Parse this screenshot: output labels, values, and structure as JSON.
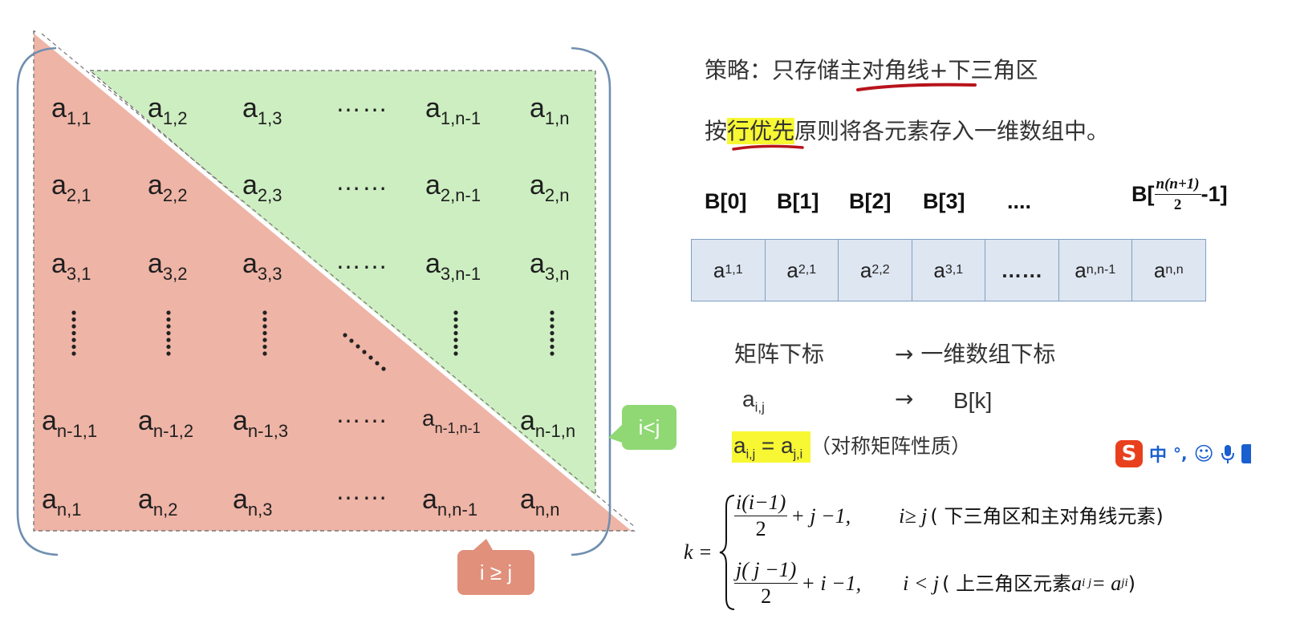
{
  "colors": {
    "upper_triangle": "#cdeec1",
    "lower_triangle": "#eeb4a6",
    "bracket": "#6f8fb0",
    "tag_upper": "#8fd873",
    "tag_lower": "#e0907b",
    "highlight": "#f7f733",
    "underline": "#b8141c",
    "array_cell": "#dee6f1",
    "array_border": "#7fa0c4"
  },
  "matrix": {
    "cells": [
      {
        "base": "a",
        "sub": "1,1"
      },
      {
        "base": "a",
        "sub": "1,2"
      },
      {
        "base": "a",
        "sub": "1,3"
      },
      {
        "base": "a",
        "sub": "1,n-1"
      },
      {
        "base": "a",
        "sub": "1,n"
      },
      {
        "base": "a",
        "sub": "2,1"
      },
      {
        "base": "a",
        "sub": "2,2"
      },
      {
        "base": "a",
        "sub": "2,3"
      },
      {
        "base": "a",
        "sub": "2,n-1"
      },
      {
        "base": "a",
        "sub": "2,n"
      },
      {
        "base": "a",
        "sub": "3,1"
      },
      {
        "base": "a",
        "sub": "3,2"
      },
      {
        "base": "a",
        "sub": "3,3"
      },
      {
        "base": "a",
        "sub": "3,n-1"
      },
      {
        "base": "a",
        "sub": "3,n"
      },
      {
        "base": "a",
        "sub": "n-1,1"
      },
      {
        "base": "a",
        "sub": "n-1,2"
      },
      {
        "base": "a",
        "sub": "n-1,3"
      },
      {
        "base": "a",
        "sub": "n-1,n-1"
      },
      {
        "base": "a",
        "sub": "n-1,n"
      },
      {
        "base": "a",
        "sub": "n,1"
      },
      {
        "base": "a",
        "sub": "n,2"
      },
      {
        "base": "a",
        "sub": "n,3"
      },
      {
        "base": "a",
        "sub": "n,n-1"
      },
      {
        "base": "a",
        "sub": "n,n"
      }
    ],
    "hdots": "……",
    "tag_upper": "i<j",
    "tag_lower": "i ≥ j"
  },
  "strategy": {
    "prefix": "策略：只存储",
    "underlined": "主对角线",
    "suffix": "+下三角区"
  },
  "rule": {
    "prefix": "按",
    "highlighted": "行优先",
    "suffix": "原则将各元素存入一维数组中。"
  },
  "array": {
    "indices": [
      "B[0]",
      "B[1]",
      "B[2]",
      "B[3]",
      "...."
    ],
    "last_index": {
      "prefix": "B[",
      "num": "n(n+1)",
      "den": "2",
      "suffix": "-1]"
    },
    "cells": [
      {
        "base": "a",
        "sub": "1,1"
      },
      {
        "base": "a",
        "sub": "2,1"
      },
      {
        "base": "a",
        "sub": "2,2"
      },
      {
        "base": "a",
        "sub": "3,1"
      },
      {
        "base": "",
        "sub": "……"
      },
      {
        "base": "a",
        "sub": "n,n-1"
      },
      {
        "base": "a",
        "sub": "n,n"
      }
    ]
  },
  "mapping": {
    "left_label": "矩阵下标",
    "right_label": "→ 一维数组下标",
    "left_elem": "a",
    "left_elem_sub": "i,j",
    "right_elem": "→",
    "right_elem_val": "B[k]"
  },
  "symmetry": {
    "lhs": "a",
    "lhs_sub": "i,j",
    "eq": " = a",
    "rhs_sub": "j,i",
    "note": "（对称矩阵性质）"
  },
  "formula": {
    "k": "k =",
    "case1_num": "i(i−1)",
    "case1_den": "2",
    "case1_rest": "+ j −1,",
    "case1_cond": "i≥ j",
    "case1_note": "( 下三角区和主对角线元素)",
    "case2_num": "j( j −1)",
    "case2_den": "2",
    "case2_rest": "+ i −1,",
    "case2_cond": "i < j",
    "case2_note_a": "( 上三角区元素",
    "case2_note_b": "a",
    "case2_note_b_sub": "i j",
    "case2_note_c": " = a",
    "case2_note_c_sub": "ji",
    "case2_note_d": ")"
  },
  "ime_toolbar": {
    "logo": "S",
    "lang": "中",
    "punct": "°,",
    "emoji_icon": "smile-icon",
    "mic_icon": "microphone-icon"
  }
}
